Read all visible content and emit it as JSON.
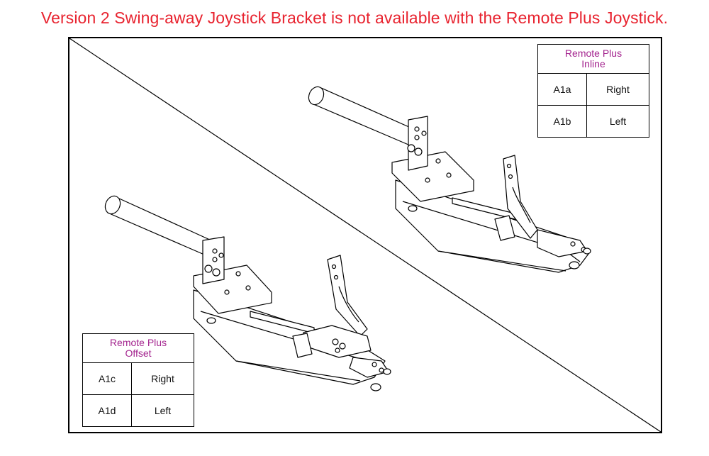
{
  "banner": {
    "text": "Version 2 Swing-away Joystick Bracket is not available with the Remote Plus Joystick."
  },
  "tables": {
    "inline": {
      "header_line1": "Remote Plus",
      "header_line2": "Inline",
      "rows": [
        {
          "code": "A1a",
          "side": "Right"
        },
        {
          "code": "A1b",
          "side": "Left"
        }
      ]
    },
    "offset": {
      "header_line1": "Remote Plus",
      "header_line2": "Offset",
      "rows": [
        {
          "code": "A1c",
          "side": "Right"
        },
        {
          "code": "A1d",
          "side": "Left"
        }
      ]
    }
  },
  "colors": {
    "banner": "#e8232f",
    "table_header": "#a3238e",
    "line": "#000000"
  }
}
